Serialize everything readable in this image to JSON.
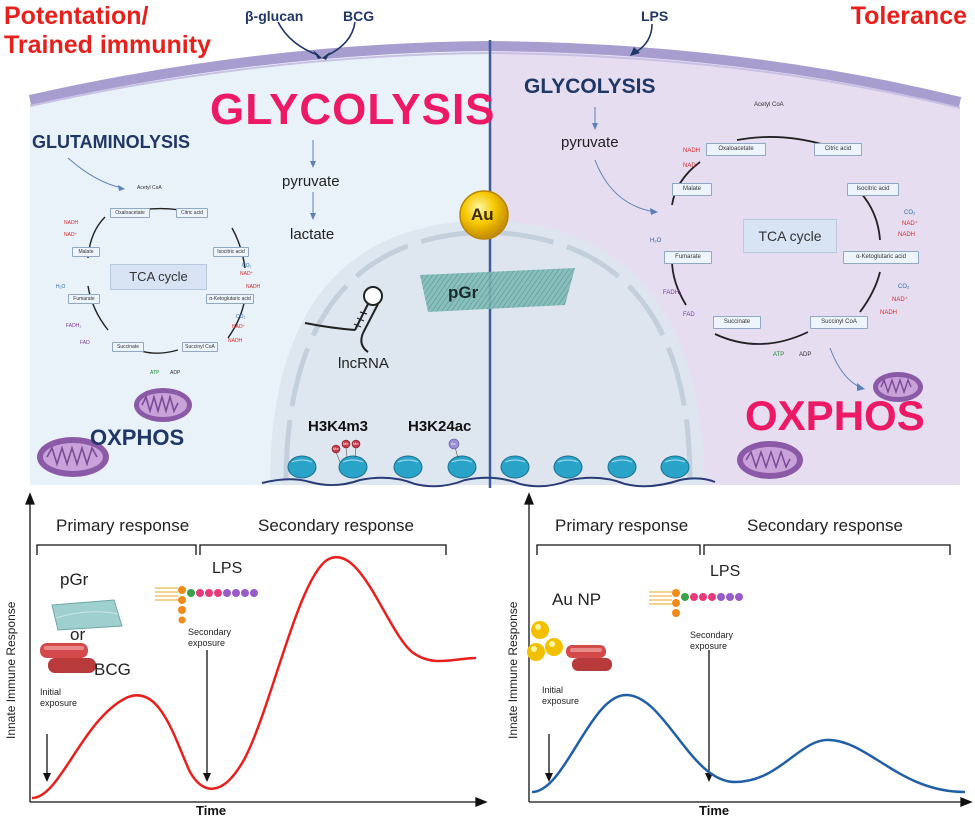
{
  "titles": {
    "left": "Potentation/\nTrained immunity",
    "right": "Tolerance"
  },
  "stimuli": {
    "beta_glucan": "β-glucan",
    "bcg": "BCG",
    "lps": "LPS"
  },
  "left_cell": {
    "glycolysis": "GLYCOLYSIS",
    "pyruvate": "pyruvate",
    "lactate": "lactate",
    "glutaminolysis": "GLUTAMINOLYSIS",
    "oxphos": "OXPHOS"
  },
  "right_cell": {
    "glycolysis": "GLYCOLYSIS",
    "pyruvate": "pyruvate",
    "oxphos": "OXPHOS"
  },
  "nucleus": {
    "au": "Au",
    "pgr": "pGr",
    "lncrna": "lncRNA",
    "h3k4m3": "H3K4m3",
    "h3k24ac": "H3K24ac",
    "me": "Me",
    "ac": "Ac"
  },
  "tca": {
    "center": "TCA cycle",
    "acetyl_coa": "Acetyl CoA",
    "oxaloacetate": "Oxaloacetate",
    "citric_acid": "Citric acid",
    "isocitric_acid": "Isocitric acid",
    "a_ketoglutaric_acid": "α-Ketoglutaric acid",
    "succinyl_coa": "Succinyl CoA",
    "succinate": "Succinate",
    "fumarate": "Fumarate",
    "malate": "Malate",
    "nadh": "NADH",
    "nad": "NAD⁺",
    "co2": "CO₂",
    "fadh2": "FADH₂",
    "fad": "FAD",
    "atp": "ATP",
    "adp": "ADP",
    "h2o": "H₂O"
  },
  "graph_left": {
    "ylabel": "Innate Immune Response",
    "xlabel": "Time",
    "primary": "Primary response",
    "secondary": "Secondary response",
    "agent1": "pGr",
    "or": "or",
    "agent2": "BCG",
    "lps": "LPS",
    "initial": "Initial\nexposure",
    "secondary_exposure": "Secondary\nexposure",
    "curve_color": "#e8201c"
  },
  "graph_right": {
    "ylabel": "Innate Immune Response",
    "xlabel": "Time",
    "primary": "Primary response",
    "secondary": "Secondary response",
    "agent": "Au NP",
    "lps": "LPS",
    "initial": "Initial\nexposure",
    "secondary_exposure": "Secondary\nexposure",
    "curve_color": "#1f5fa8"
  },
  "colors": {
    "left_cell": "#e9f1f9",
    "right_cell": "#e6ddf1",
    "membrane": "#a79dcf",
    "glycolysis_pink": "#ec1a64",
    "navy_text": "#1f3766",
    "mitochondria": "#8a5aa6",
    "gold": "#f2c000",
    "histone": "#2aa3c9"
  }
}
